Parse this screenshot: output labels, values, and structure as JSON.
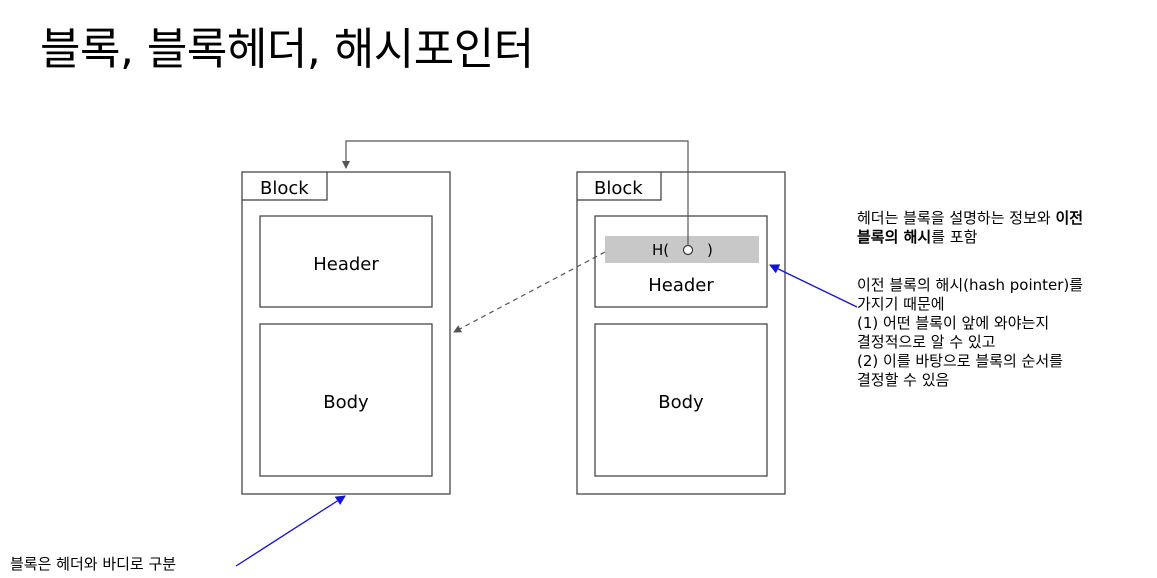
{
  "title": "블록, 블록헤더, 해시포인터",
  "left_block": {
    "tab_label": "Block",
    "header_label": "Header",
    "body_label": "Body"
  },
  "right_block": {
    "tab_label": "Block",
    "hash_open": "H(",
    "hash_close": ")",
    "header_label": "Header",
    "body_label": "Body"
  },
  "note_header": {
    "line1_plain": "헤더는 블록을 설명하는 정보와 ",
    "line1_bold": "이전",
    "line2_bold": "블록의 해시",
    "line2_plain": "를 포함"
  },
  "note_pointer": {
    "lines": [
      "이전 블록의 해시(hash pointer)를",
      "가지기 때문에",
      "(1) 어떤 블록이 앞에 와야는지",
      "결정적으로 알 수 있고",
      "(2) 이를 바탕으로 블록의 순서를",
      "결정할 수 있음"
    ]
  },
  "note_body": "블록은 헤더와 바디로 구분",
  "colors": {
    "line": "#3a3a3a",
    "hash_fill": "#c8c8c8",
    "annotation_arrow": "#1414d2",
    "dashed_arrow": "#555555"
  }
}
